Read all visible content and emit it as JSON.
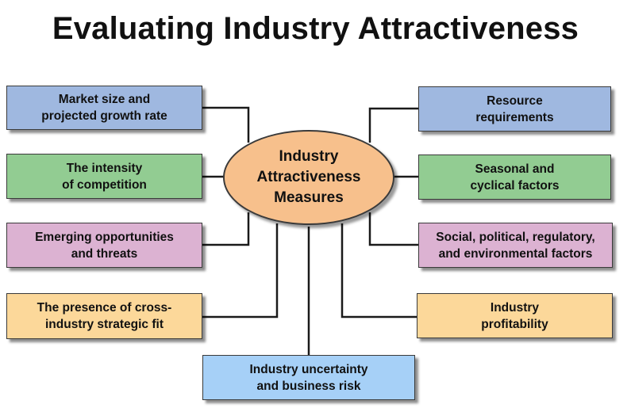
{
  "title": "Evaluating Industry Attractiveness",
  "center": {
    "label": "Industry\nAttractiveness\nMeasures"
  },
  "nodes": {
    "market_size": "Market size and\nprojected growth rate",
    "competition": "The intensity\nof competition",
    "opportunities": "Emerging opportunities\nand threats",
    "strategic_fit": "The presence of cross-\nindustry strategic fit",
    "uncertainty": "Industry uncertainty\nand business risk",
    "resource": "Resource\nrequirements",
    "seasonal": "Seasonal and\ncyclical factors",
    "social": "Social, political, regulatory,\nand environmental factors",
    "profitability": "Industry\nprofitability"
  },
  "colors": {
    "blue": "#9fb8e0",
    "green": "#92cc92",
    "pink": "#dcb2d2",
    "yellow": "#fcd89a",
    "light_blue": "#a6d0f7",
    "center": "#f7c08c"
  }
}
